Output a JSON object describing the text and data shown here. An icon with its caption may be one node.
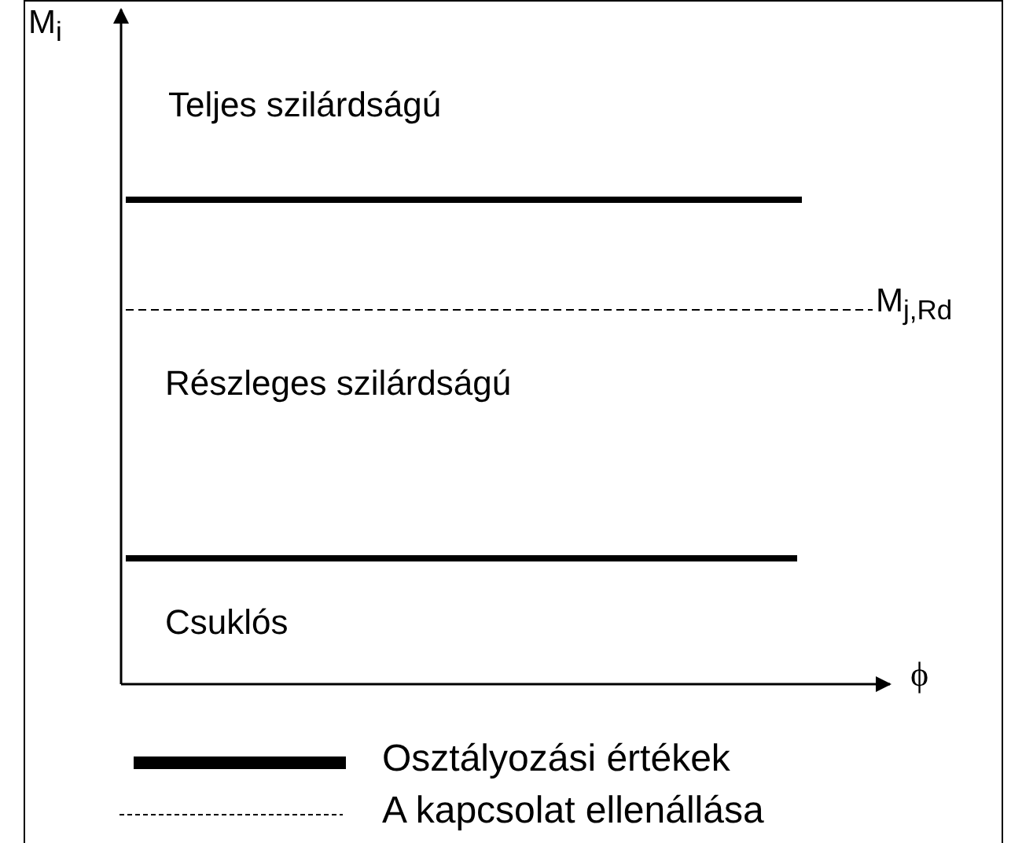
{
  "diagram": {
    "labels": [
      "M$_{i}$",
      "Teljes szilárdságú",
      "M$_{j,Rd}$",
      "Részleges szilárdságú",
      "Csuklós",
      "ϕ"
    ],
    "legend": [
      {
        "text": "Osztályozási értékek"
      },
      {
        "text": "A kapcsolat ellenállása"
      }
    ]
  }
}
